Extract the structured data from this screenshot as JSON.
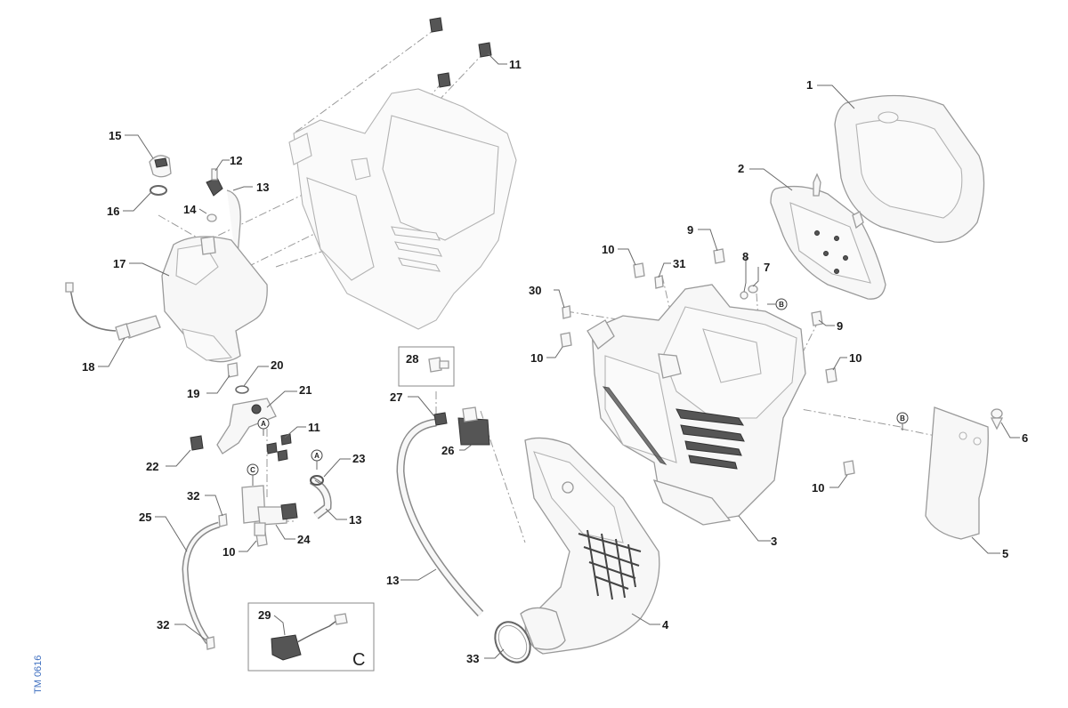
{
  "diagram": {
    "watermark": "TM 0616",
    "box_label_c": "C",
    "callouts": {
      "a": "A",
      "b": "B",
      "c": "C"
    },
    "part_numbers": {
      "p1": "1",
      "p2": "2",
      "p3": "3",
      "p4": "4",
      "p5": "5",
      "p6": "6",
      "p7": "7",
      "p8": "8",
      "p9a": "9",
      "p9b": "9",
      "p10a": "10",
      "p10b": "10",
      "p10c": "10",
      "p10d": "10",
      "p10e": "10",
      "p11a": "11",
      "p11b": "11",
      "p12": "12",
      "p13a": "13",
      "p13b": "13",
      "p13c": "13",
      "p14": "14",
      "p15": "15",
      "p16": "16",
      "p17": "17",
      "p18": "18",
      "p19": "19",
      "p20": "20",
      "p21": "21",
      "p22": "22",
      "p23": "23",
      "p24": "24",
      "p25": "25",
      "p26": "26",
      "p27": "27",
      "p28": "28",
      "p29": "29",
      "p30": "30",
      "p31": "31",
      "p32a": "32",
      "p32b": "32",
      "p33": "33"
    }
  }
}
